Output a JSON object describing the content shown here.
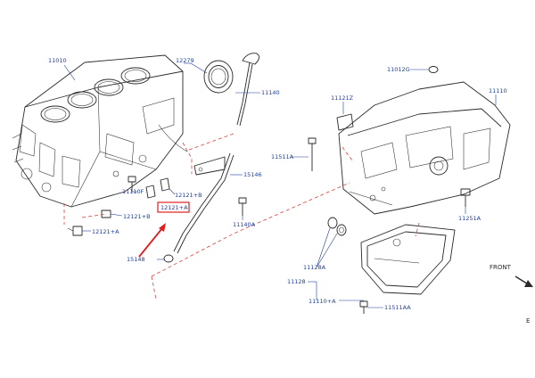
{
  "diagram": {
    "labels": {
      "block": "11010",
      "seal": "12279",
      "dipstick": "11140",
      "guide_tube": "15146",
      "bolt_a": "11140A",
      "oring": "15148",
      "bolt_f": "11110F",
      "bolt_b_upper": "12121+B",
      "bolt_b_lower": "12121+B",
      "plug_a_highlight": "12121+A",
      "plug_a": "12121+A",
      "drain_gasket": "11012G",
      "baffle": "11121Z",
      "upper_pan": "11110",
      "stud": "11511A",
      "pan_bolt_a": "11251A",
      "drain_plug": "11128A",
      "drain_group": "11128",
      "lower_pan_bolt": "11110+A",
      "lower_pan_screw": "11511AA",
      "front_arrow": "FRONT",
      "corner_mark": "E"
    },
    "colors": {
      "label_text": "#1f3f9e",
      "line_art": "#2a2a2a",
      "highlight": "#e02020",
      "dashed_reference": "#e04040"
    }
  }
}
